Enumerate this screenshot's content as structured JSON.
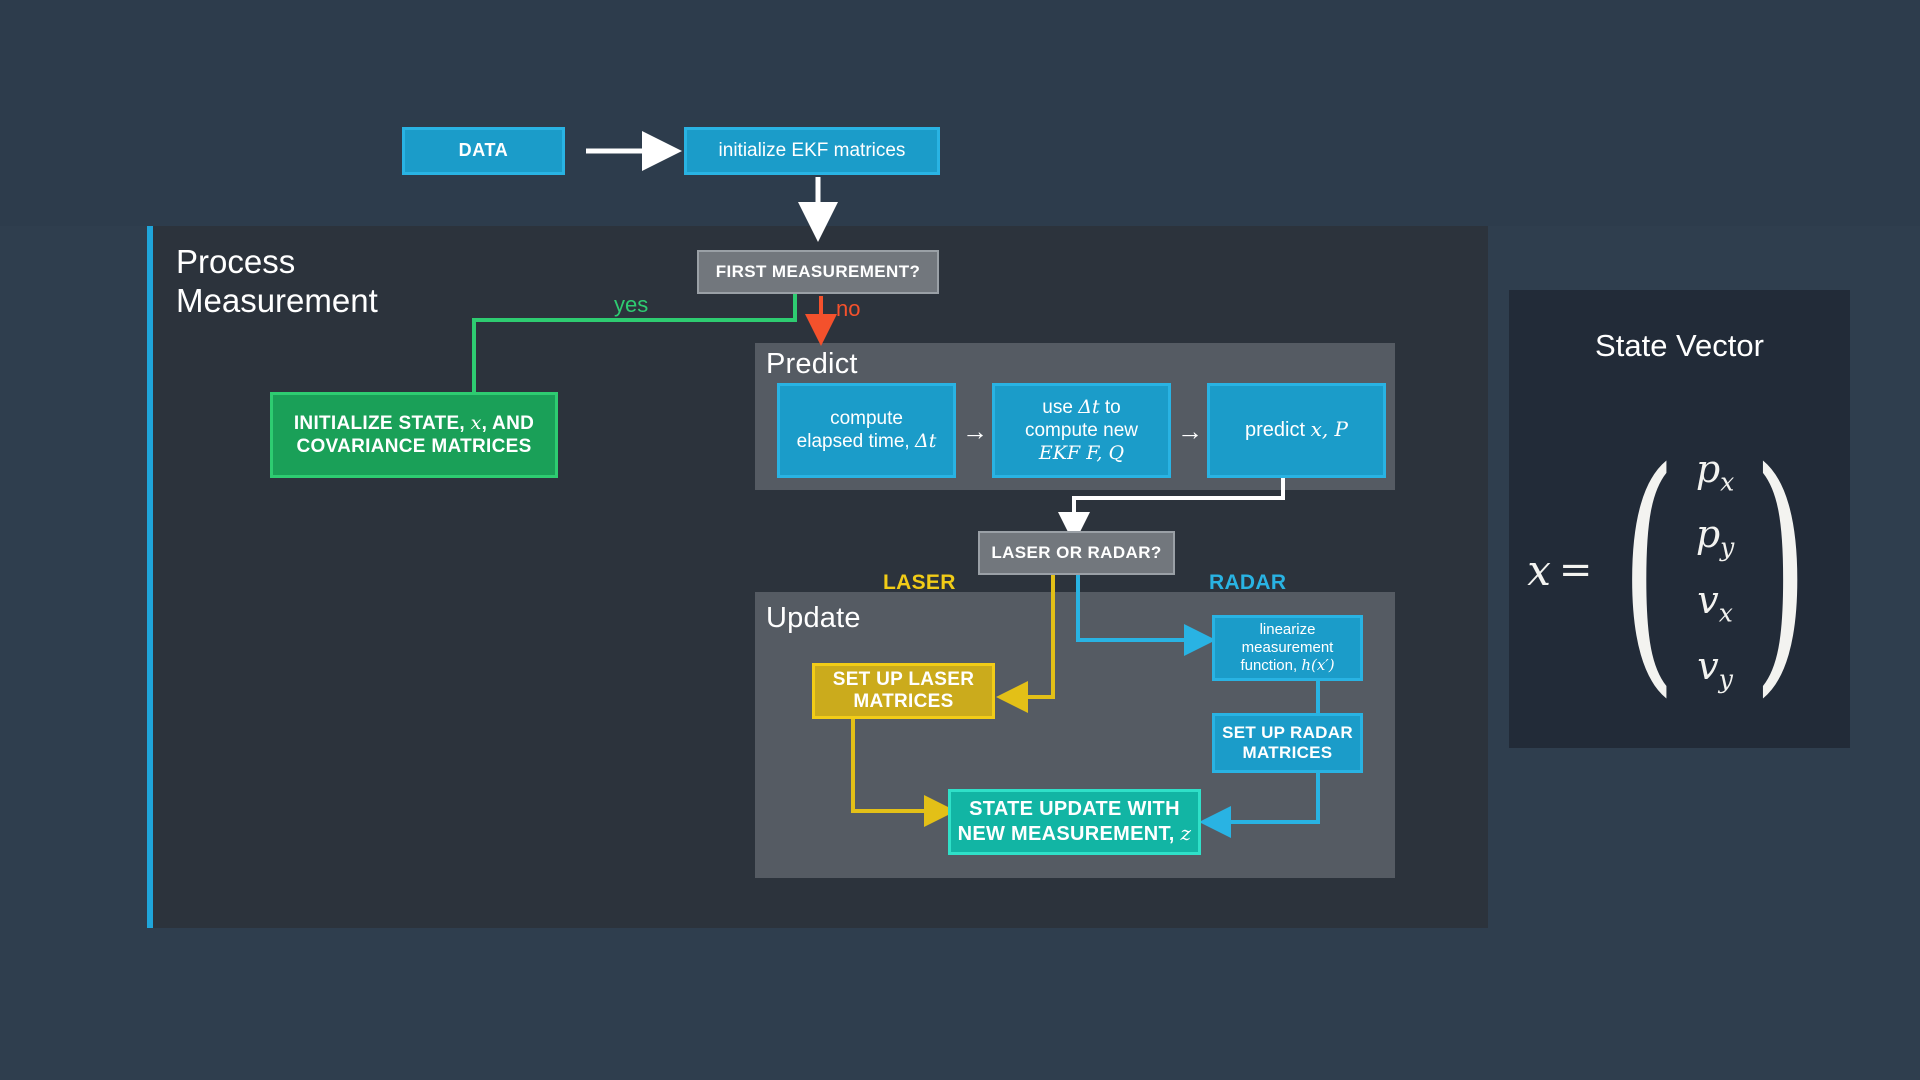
{
  "canvas": {
    "background": "#2f3e4e",
    "top_band": "#2d3c4c",
    "container_bg": "#2c333c",
    "panel_bg": "#555b63",
    "accent": "#1fa5da"
  },
  "flow": {
    "data_box": "DATA",
    "init_ekf_box": "initialize EKF matrices",
    "first_measurement": "FIRST MEASUREMENT?",
    "laser_or_radar": "LASER OR RADAR?"
  },
  "labels": {
    "yes": "yes",
    "no": "no",
    "laser": "LASER",
    "radar": "RADAR",
    "yes_color": "#2ecc71",
    "no_color": "#f4512c",
    "laser_color": "#f2cc17",
    "radar_color": "#29b3e3"
  },
  "process": {
    "title_line1": "Process",
    "title_line2": "Measurement",
    "initialize_box": {
      "line1_pre": "INITIALIZE STATE, ",
      "line1_sym": "x",
      "line1_post": ", AND",
      "line2": "COVARIANCE MATRICES",
      "color": "#1aa058"
    }
  },
  "predict": {
    "title": "Predict",
    "steps": [
      {
        "line1": "compute",
        "line2_pre": "elapsed time, ",
        "line2_sym": "Δt",
        "line2_post": ""
      },
      {
        "line1_pre": "use ",
        "line1_sym": "Δt",
        "line1_post": " to",
        "line2": "compute new",
        "line3": "EKF F, Q"
      },
      {
        "line1_pre": "predict ",
        "line1_sym": "x",
        "line1_post": ", P"
      }
    ],
    "arrow_glyph": "→"
  },
  "update": {
    "title": "Update",
    "laser_branch": {
      "set_up_box_line1": "SET UP LASER",
      "set_up_box_line2": "MATRICES",
      "color": "#cbab1c"
    },
    "radar_branch": {
      "linearize_line1": "linearize",
      "linearize_line2": "measurement",
      "linearize_line3_pre": "function, ",
      "linearize_line3_sym": "h(x′)",
      "set_up_box_line1": "SET UP RADAR",
      "set_up_box_line2": "MATRICES",
      "color": "#1b9cc9"
    },
    "state_update_box": {
      "line1": "STATE UPDATE WITH",
      "line2_pre": "NEW MEASUREMENT, ",
      "line2_sym": "z",
      "color": "#12b5a4"
    }
  },
  "state_vector": {
    "title": "State Vector",
    "lhs": "x",
    "equals": "=",
    "components": [
      "pₓ",
      "pᵧ",
      "vₓ",
      "vᵧ"
    ],
    "components_parts": [
      {
        "base": "p",
        "sub": "x"
      },
      {
        "base": "p",
        "sub": "y"
      },
      {
        "base": "v",
        "sub": "x"
      },
      {
        "base": "v",
        "sub": "y"
      }
    ]
  }
}
